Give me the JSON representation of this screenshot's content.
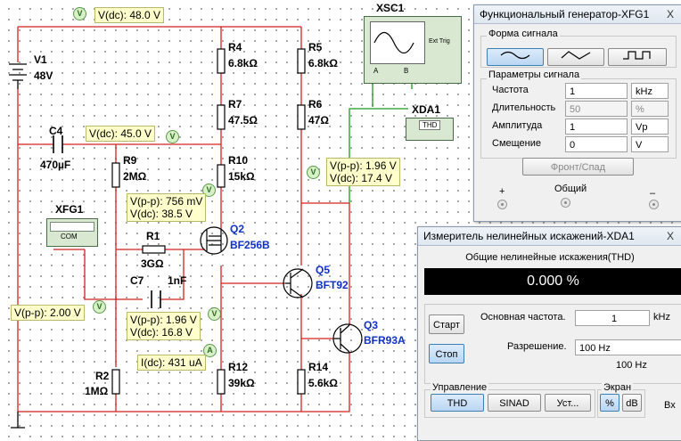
{
  "schematic": {
    "v1_label": "V1",
    "v1_value": "48V",
    "c4_label": "C4",
    "c4_value": "470µF",
    "r4_label": "R4",
    "r4_value": "6.8kΩ",
    "r5_label": "R5",
    "r5_value": "6.8kΩ",
    "r7_label": "R7",
    "r7_value": "47.5Ω",
    "r6_label": "R6",
    "r6_value": "47Ω",
    "r9_label": "R9",
    "r9_value": "2MΩ",
    "r10_label": "R10",
    "r10_value": "15kΩ",
    "r1_label": "R1",
    "r1_value": "3GΩ",
    "c7_label": "C7",
    "c7_value": "1nF",
    "r2_label": "R2",
    "r2_value": "1MΩ",
    "r12_label": "R12",
    "r12_value": "39kΩ",
    "r14_label": "R14",
    "r14_value": "5.6kΩ",
    "q2_label": "Q2",
    "q2_value": "BF256B",
    "q5_label": "Q5",
    "q5_value": "BFT92",
    "q3_label": "Q3",
    "q3_value": "BFR93A",
    "xfg1_label": "XFG1",
    "xfg1_com": "COM",
    "xsc1_label": "XSC1",
    "xsc1_ext": "Ext Trig",
    "xsc1_a": "A",
    "xsc1_b": "B",
    "xda1_label": "XDA1",
    "xda1_thd": "THD",
    "probe_v48": "V(dc): 48.0 V",
    "probe_v45": "V(dc): 45.0 V",
    "probe_r10_line1": "V(p-p): 756 mV",
    "probe_r10_line2": "V(dc): 38.5 V",
    "probe_out_line1": "V(p-p): 1.96 V",
    "probe_out_line2": "V(dc): 17.4 V",
    "probe_in": "V(p-p): 2.00 V",
    "probe_mid_line1": "V(p-p): 1.96 V",
    "probe_mid_line2": "V(dc): 16.8 V",
    "probe_current": "I(dc): 431 uA",
    "probe_v_letter": "V",
    "probe_a_letter": "A"
  },
  "function_generator": {
    "title": "Функциональный генератор-XFG1",
    "waveform_group": "Форма сигнала",
    "params_group": "Параметры сигнала",
    "rows": [
      {
        "label": "Частота",
        "value": "1",
        "unit": "kHz"
      },
      {
        "label": "Длительность",
        "value": "50",
        "unit": "%"
      },
      {
        "label": "Амплитуда",
        "value": "1",
        "unit": "Vp"
      },
      {
        "label": "Смещение",
        "value": "0",
        "unit": "V"
      }
    ],
    "rise_fall_button": "Фронт/Спад",
    "plus": "+",
    "common": "Общий",
    "minus": "–",
    "close": "X"
  },
  "distortion_analyzer": {
    "title": "Измеритель нелинейных искажений-XDA1",
    "header": "Общие нелинейные искажения(THD)",
    "display_value": "0.000 %",
    "start_button": "Старт",
    "stop_button": "Стоп",
    "fundamental_label": "Основная частота.",
    "fundamental_value": "1",
    "fundamental_unit": "kHz",
    "resolution_label": "Разрешение.",
    "resolution_value": "100 Hz",
    "resolution_sub": "100 Hz",
    "control_group": "Управление",
    "screen_group": "Экран",
    "thd_button": "THD",
    "sinad_button": "SINAD",
    "settings_button": "Уст...",
    "percent_button": "%",
    "db_button": "dB",
    "input_label": "Вх",
    "close": "X"
  },
  "colors": {
    "wire_red": "#d42020",
    "wire_green": "#1a9a1a",
    "label_blue": "#1030c8"
  }
}
